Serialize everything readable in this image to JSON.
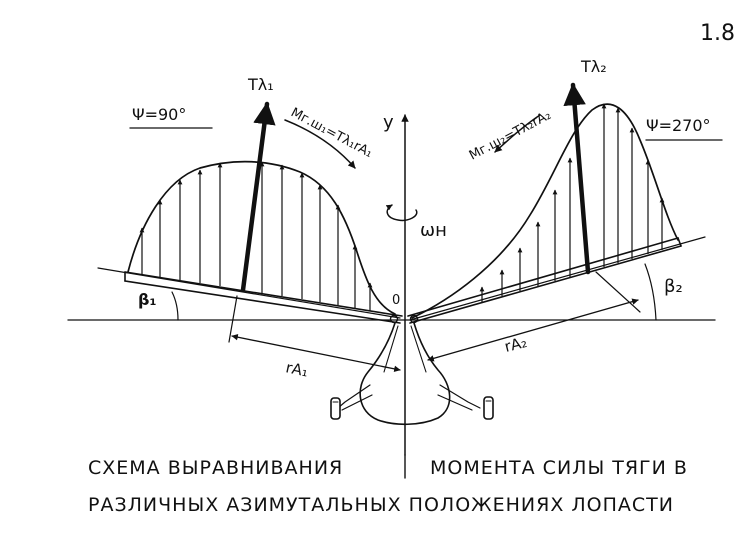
{
  "page_number": "1.8",
  "labels": {
    "psi_left": "Ψ=90°",
    "psi_right": "Ψ=270°",
    "thrust_left": "Tλ₁",
    "thrust_right": "Tλ₂",
    "moment_left": "Mг.ш₁=Tλ₁rA₁",
    "moment_right": "Mг.ш₂=Tλ₂rA₂",
    "y_axis": "y",
    "omega": "ωн",
    "origin": "0",
    "beta_left": "β₁",
    "beta_right": "β₂",
    "arm_left": "rA₁",
    "arm_right": "rA₂"
  },
  "caption": {
    "line1_left": "СХЕМА ВЫРАВНИВАНИЯ",
    "line1_right": "МОМЕНТА СИЛЫ ТЯГИ В",
    "line2": "РАЗЛИЧНЫХ АЗИМУТАЛЬНЫХ ПОЛОЖЕНИЯХ ЛОПАСТИ"
  },
  "colors": {
    "ink": "#111111",
    "paper": "#ffffff"
  }
}
